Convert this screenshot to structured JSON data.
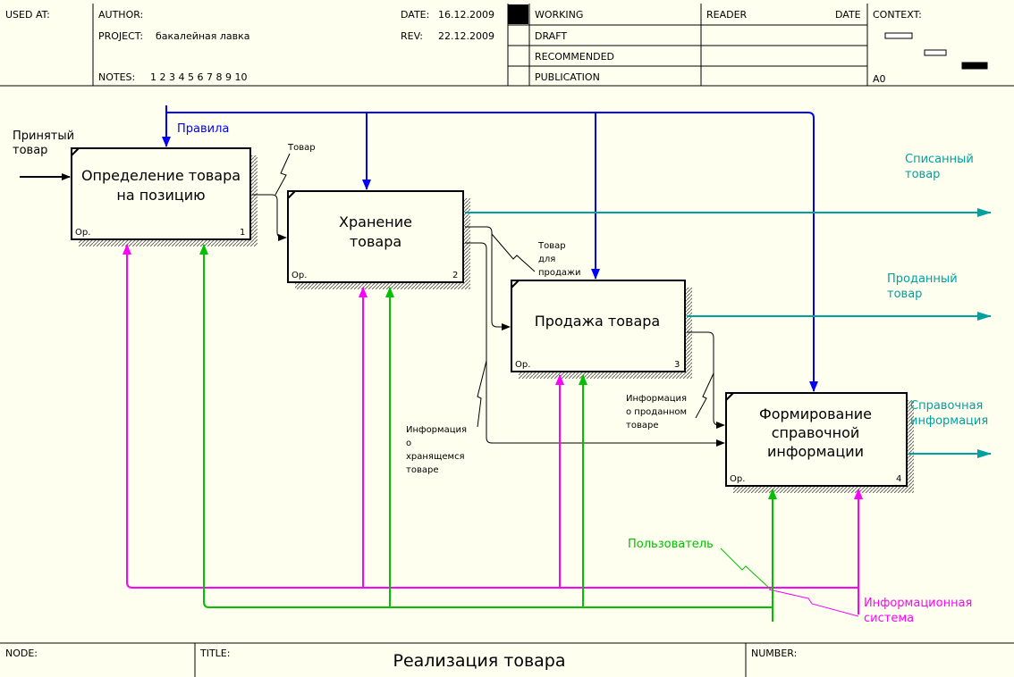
{
  "header": {
    "used_at_label": "USED AT:",
    "author_label": "AUTHOR:",
    "project_label": "PROJECT:",
    "project_value": "бакалейная лавка",
    "notes_label": "NOTES:",
    "notes_value": "1  2  3  4  5  6  7  8  9  10",
    "date_label": "DATE:",
    "date_value": "16.12.2009",
    "rev_label": "REV:",
    "rev_value": "22.12.2009",
    "status_items": [
      "WORKING",
      "DRAFT",
      "RECOMMENDED",
      "PUBLICATION"
    ],
    "reader_label": "READER",
    "reader_date_label": "DATE",
    "context_label": "CONTEXT:",
    "context_node": "A0"
  },
  "footer": {
    "node_label": "NODE:",
    "title_label": "TITLE:",
    "title_value": "Реализация  товара",
    "number_label": "NUMBER:"
  },
  "boxes": [
    {
      "lines": [
        "Определение товара",
        "на позицию"
      ],
      "op": "Op.",
      "num": "1"
    },
    {
      "lines": [
        "Хранение",
        "товара"
      ],
      "op": "Op.",
      "num": "2"
    },
    {
      "lines": [
        "Продажа товара"
      ],
      "op": "Op.",
      "num": "3"
    },
    {
      "lines": [
        "Формирование",
        "справочной",
        "информации"
      ],
      "op": "Op.",
      "num": "4"
    }
  ],
  "labels": {
    "input": [
      "Принятый",
      "товар"
    ],
    "control": "Правила",
    "tovar": "Товар",
    "tovar_dlya_prodazhi": [
      "Товар",
      "для",
      "продажи"
    ],
    "info_khranyashchemsya": [
      "Информация",
      "о",
      "хранящемся",
      "товаре"
    ],
    "info_prodannom": [
      "Информация",
      "о проданном",
      "товаре"
    ],
    "out1": [
      "Списанный",
      "товар"
    ],
    "out2": [
      "Проданный",
      "товар"
    ],
    "out3": [
      "Справочная",
      "информация"
    ],
    "mech_user": "Пользователь",
    "mech_is": [
      "Информационная",
      "система"
    ]
  },
  "colors": {
    "background": "#fffff0",
    "control": "#0000ff",
    "output": "#00a0a0",
    "mech_user": "#00c000",
    "mech_is": "#ff00ff",
    "default": "#000000"
  }
}
